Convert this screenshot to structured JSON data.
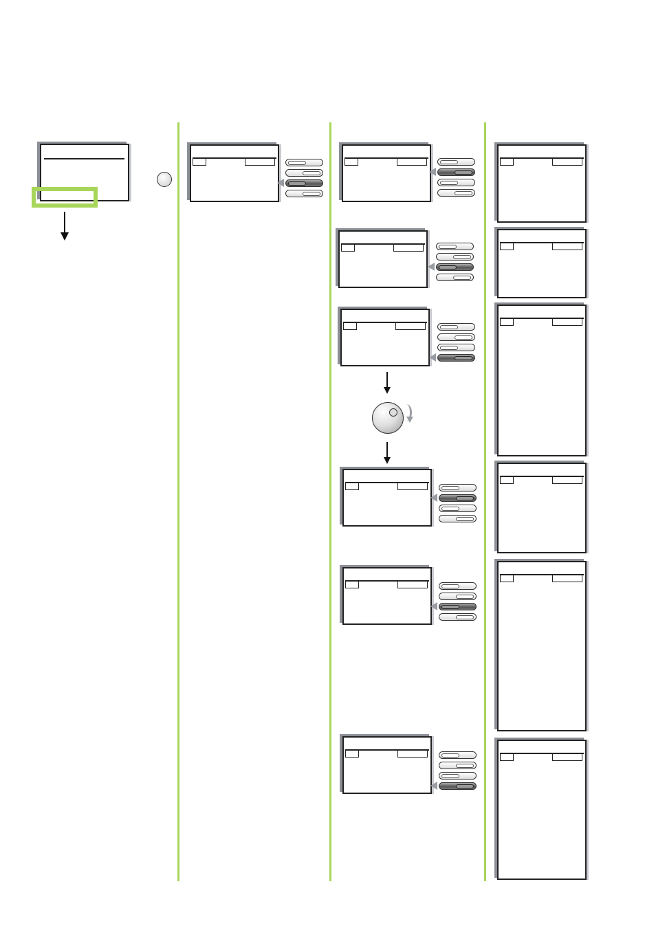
{
  "colors": {
    "accent_green": "#a8d65a",
    "outline": "#222222",
    "bezel_gray": "#8c8f96",
    "selected_button": "#555555"
  },
  "column2": {
    "panels": [
      {
        "selected_button": 3
      }
    ]
  },
  "column3": {
    "panels": [
      {
        "selected_button": 2
      },
      {
        "selected_button": 3
      },
      {
        "selected_button": 4
      },
      {
        "selected_button": 2
      },
      {
        "selected_button": 3
      },
      {
        "selected_button": 4
      }
    ]
  },
  "column4": {
    "screen_count": 6
  }
}
